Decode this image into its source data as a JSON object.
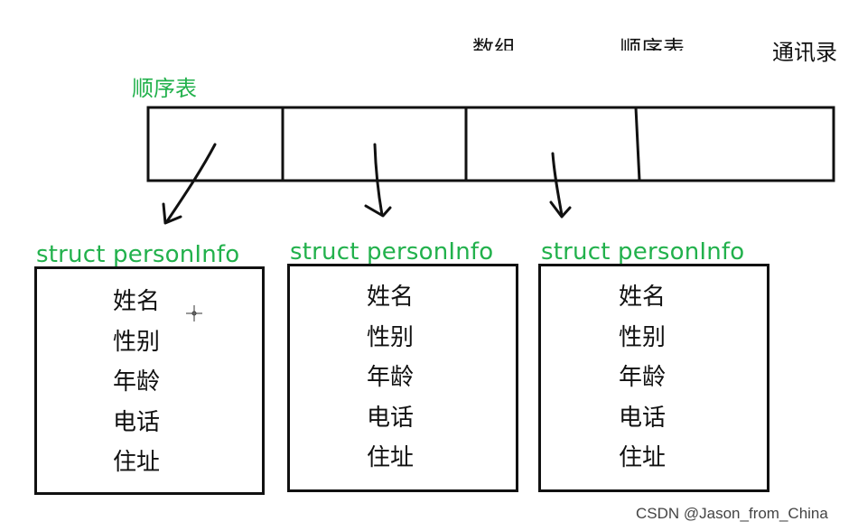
{
  "header_labels": [
    "数组",
    "顺序表",
    "通讯录"
  ],
  "seq_title": "顺序表",
  "struct_boxes": [
    {
      "label": "struct  personInfo",
      "fields": [
        "姓名",
        "性别",
        "年龄",
        "电话",
        "住址"
      ]
    },
    {
      "label": "struct  personInfo",
      "fields": [
        "姓名",
        "性别",
        "年龄",
        "电话",
        "住址"
      ]
    },
    {
      "label": "struct  personInfo",
      "fields": [
        "姓名",
        "性别",
        "年龄",
        "电话",
        "住址"
      ]
    }
  ],
  "watermark": "CSDN @Jason_from_China",
  "colors": {
    "green": "#22b14c",
    "ink": "#111111",
    "background": "#ffffff"
  },
  "icons": [
    "crosshair-cursor-icon"
  ]
}
